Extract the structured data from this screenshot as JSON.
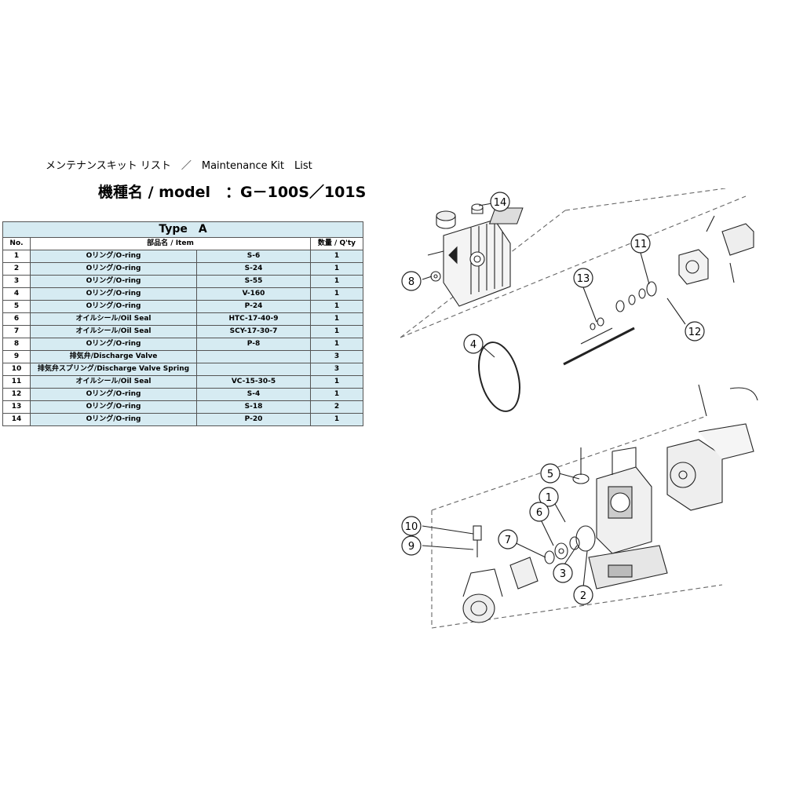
{
  "header": {
    "title": "メンテナンスキット リスト　／　Maintenance Kit　List",
    "model": "機種名 / model　：G－100S／101S"
  },
  "table": {
    "type_label": "Type　A",
    "columns": {
      "no": "No.",
      "item": "部品名 / Item",
      "qty": "数量 / Q'ty"
    },
    "rows": [
      {
        "no": "1",
        "item": "Oリング/O-ring",
        "code": "S-6",
        "qty": "1"
      },
      {
        "no": "2",
        "item": "Oリング/O-ring",
        "code": "S-24",
        "qty": "1"
      },
      {
        "no": "3",
        "item": "Oリング/O-ring",
        "code": "S-55",
        "qty": "1"
      },
      {
        "no": "4",
        "item": "Oリング/O-ring",
        "code": "V-160",
        "qty": "1"
      },
      {
        "no": "5",
        "item": "Oリング/O-ring",
        "code": "P-24",
        "qty": "1"
      },
      {
        "no": "6",
        "item": "オイルシール/Oil Seal",
        "code": "HTC-17-40-9",
        "qty": "1"
      },
      {
        "no": "7",
        "item": "オイルシール/Oil Seal",
        "code": "SCY-17-30-7",
        "qty": "1"
      },
      {
        "no": "8",
        "item": "Oリング/O-ring",
        "code": "P-8",
        "qty": "1"
      },
      {
        "no": "9",
        "item": "排気弁/Discharge Valve",
        "code": "",
        "qty": "3"
      },
      {
        "no": "10",
        "item": "排気弁スプリング/Discharge Valve Spring",
        "code": "",
        "qty": "3"
      },
      {
        "no": "11",
        "item": "オイルシール/Oil Seal",
        "code": "VC-15-30-5",
        "qty": "1"
      },
      {
        "no": "12",
        "item": "Oリング/O-ring",
        "code": "S-4",
        "qty": "1"
      },
      {
        "no": "13",
        "item": "Oリング/O-ring",
        "code": "S-18",
        "qty": "2"
      },
      {
        "no": "14",
        "item": "Oリング/O-ring",
        "code": "P-20",
        "qty": "1"
      }
    ]
  },
  "diagram": {
    "callouts": [
      "14",
      "8",
      "11",
      "13",
      "12",
      "4",
      "5",
      "1",
      "6",
      "7",
      "10",
      "9",
      "3",
      "2"
    ]
  }
}
